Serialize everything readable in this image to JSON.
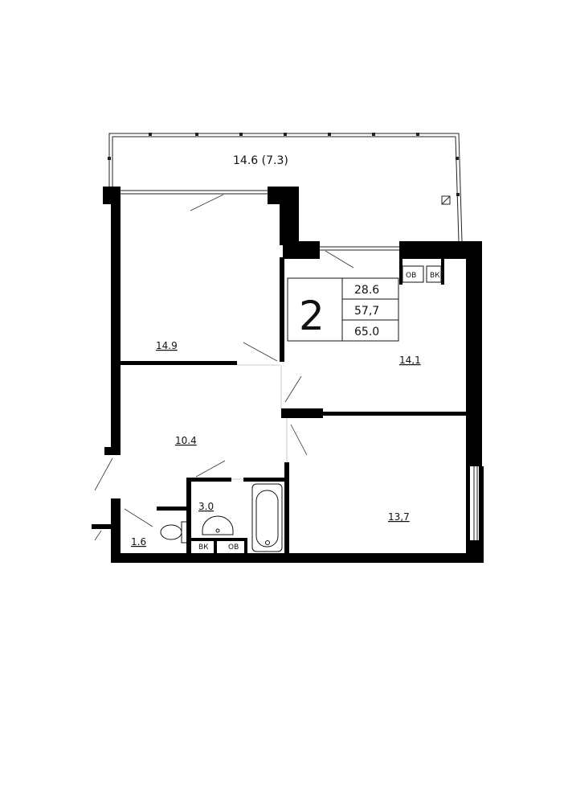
{
  "balcony": {
    "label": "14.6 (7.3)"
  },
  "summary": {
    "rooms_count": "2",
    "living_area": "28.6",
    "total_area": "57,7",
    "total_with_balcony": "65.0"
  },
  "rooms": {
    "bedroom_top": "14.9",
    "kitchen": "14,1",
    "hall": "10.4",
    "bathroom": "3.0",
    "toilet": "1.6",
    "bedroom_bottom": "13,7"
  },
  "boxes": {
    "ov_top": "ОВ",
    "vk_top": "ВК",
    "vk_bottom": "ВК",
    "ov_bottom": "ОВ"
  }
}
